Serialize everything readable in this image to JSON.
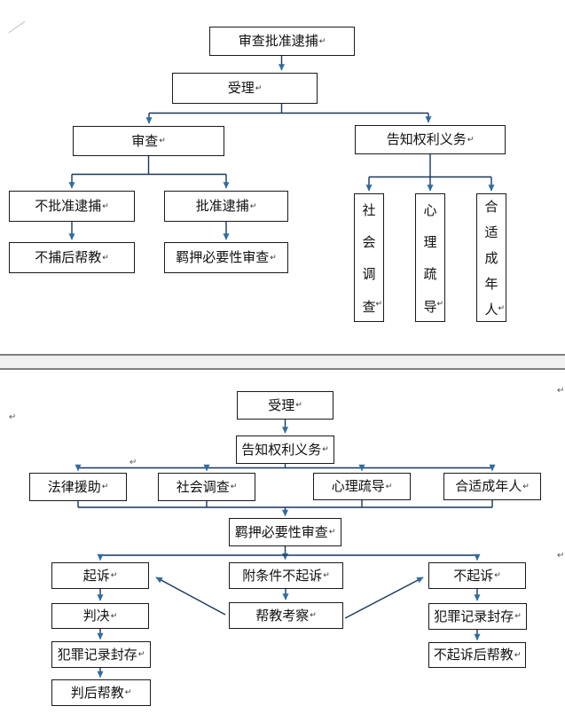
{
  "marks": {
    "return_mark": "↵"
  },
  "colors": {
    "line": "#17375E",
    "arrowhead": "#2E6DA4",
    "box_border": "#1a1a1a",
    "text": "#111111",
    "separator_fill": "#f0f0f0",
    "separator_border": "#7f7f7f"
  },
  "top_chart": {
    "nodes": [
      {
        "label": "审查批准逮捕"
      },
      {
        "label": "受理"
      },
      {
        "label": "审查"
      },
      {
        "label": "告知权利义务"
      },
      {
        "label": "不批准逮捕"
      },
      {
        "label": "批准逮捕"
      },
      {
        "label": "不捕后帮教"
      },
      {
        "label": "羁押必要性审查"
      },
      {
        "label": "社\n会\n调\n查"
      },
      {
        "label": "心\n理\n疏\n导"
      },
      {
        "label": "合\n适\n成\n年\n人"
      }
    ],
    "edges": [
      {
        "from": "审查批准逮捕",
        "to": "受理"
      },
      {
        "from": "受理",
        "to": "审查"
      },
      {
        "from": "受理",
        "to": "告知权利义务"
      },
      {
        "from": "审查",
        "to": "不批准逮捕"
      },
      {
        "from": "审查",
        "to": "批准逮捕"
      },
      {
        "from": "不批准逮捕",
        "to": "不捕后帮教"
      },
      {
        "from": "批准逮捕",
        "to": "羁押必要性审查"
      },
      {
        "from": "告知权利义务",
        "to": "社会调查"
      },
      {
        "from": "告知权利义务",
        "to": "心理疏导"
      },
      {
        "from": "告知权利义务",
        "to": "合适成年人"
      }
    ]
  },
  "bottom_chart": {
    "nodes": [
      {
        "label": "受理"
      },
      {
        "label": "告知权利义务"
      },
      {
        "label": "法律援助"
      },
      {
        "label": "社会调查"
      },
      {
        "label": "心理疏导"
      },
      {
        "label": "合适成年人"
      },
      {
        "label": "羁押必要性审查"
      },
      {
        "label": "起诉"
      },
      {
        "label": "附条件不起诉"
      },
      {
        "label": "不起诉"
      },
      {
        "label": "判决"
      },
      {
        "label": "帮教考察"
      },
      {
        "label": "犯罪记录封存"
      },
      {
        "label": "犯罪记录封存"
      },
      {
        "label": "不起诉后帮教"
      },
      {
        "label": "判后帮教"
      }
    ],
    "edges": [
      {
        "from": "受理",
        "to": "告知权利义务"
      },
      {
        "from": "告知权利义务",
        "to": "法律援助"
      },
      {
        "from": "告知权利义务",
        "to": "社会调查"
      },
      {
        "from": "告知权利义务",
        "to": "心理疏导"
      },
      {
        "from": "告知权利义务",
        "to": "合适成年人"
      },
      {
        "from": "法律援助",
        "to": "羁押必要性审查"
      },
      {
        "from": "社会调查",
        "to": "羁押必要性审查"
      },
      {
        "from": "心理疏导",
        "to": "羁押必要性审查"
      },
      {
        "from": "合适成年人",
        "to": "羁押必要性审查"
      },
      {
        "from": "羁押必要性审查",
        "to": "起诉"
      },
      {
        "from": "羁押必要性审查",
        "to": "附条件不起诉"
      },
      {
        "from": "羁押必要性审查",
        "to": "不起诉"
      },
      {
        "from": "起诉",
        "to": "判决"
      },
      {
        "from": "判决",
        "to": "犯罪记录封存"
      },
      {
        "from": "犯罪记录封存",
        "to": "判后帮教"
      },
      {
        "from": "附条件不起诉",
        "to": "帮教考察"
      },
      {
        "from": "帮教考察",
        "to": "起诉"
      },
      {
        "from": "帮教考察",
        "to": "不起诉"
      },
      {
        "from": "不起诉",
        "to": "犯罪记录封存"
      },
      {
        "from": "犯罪记录封存",
        "to": "不起诉后帮教"
      }
    ]
  }
}
